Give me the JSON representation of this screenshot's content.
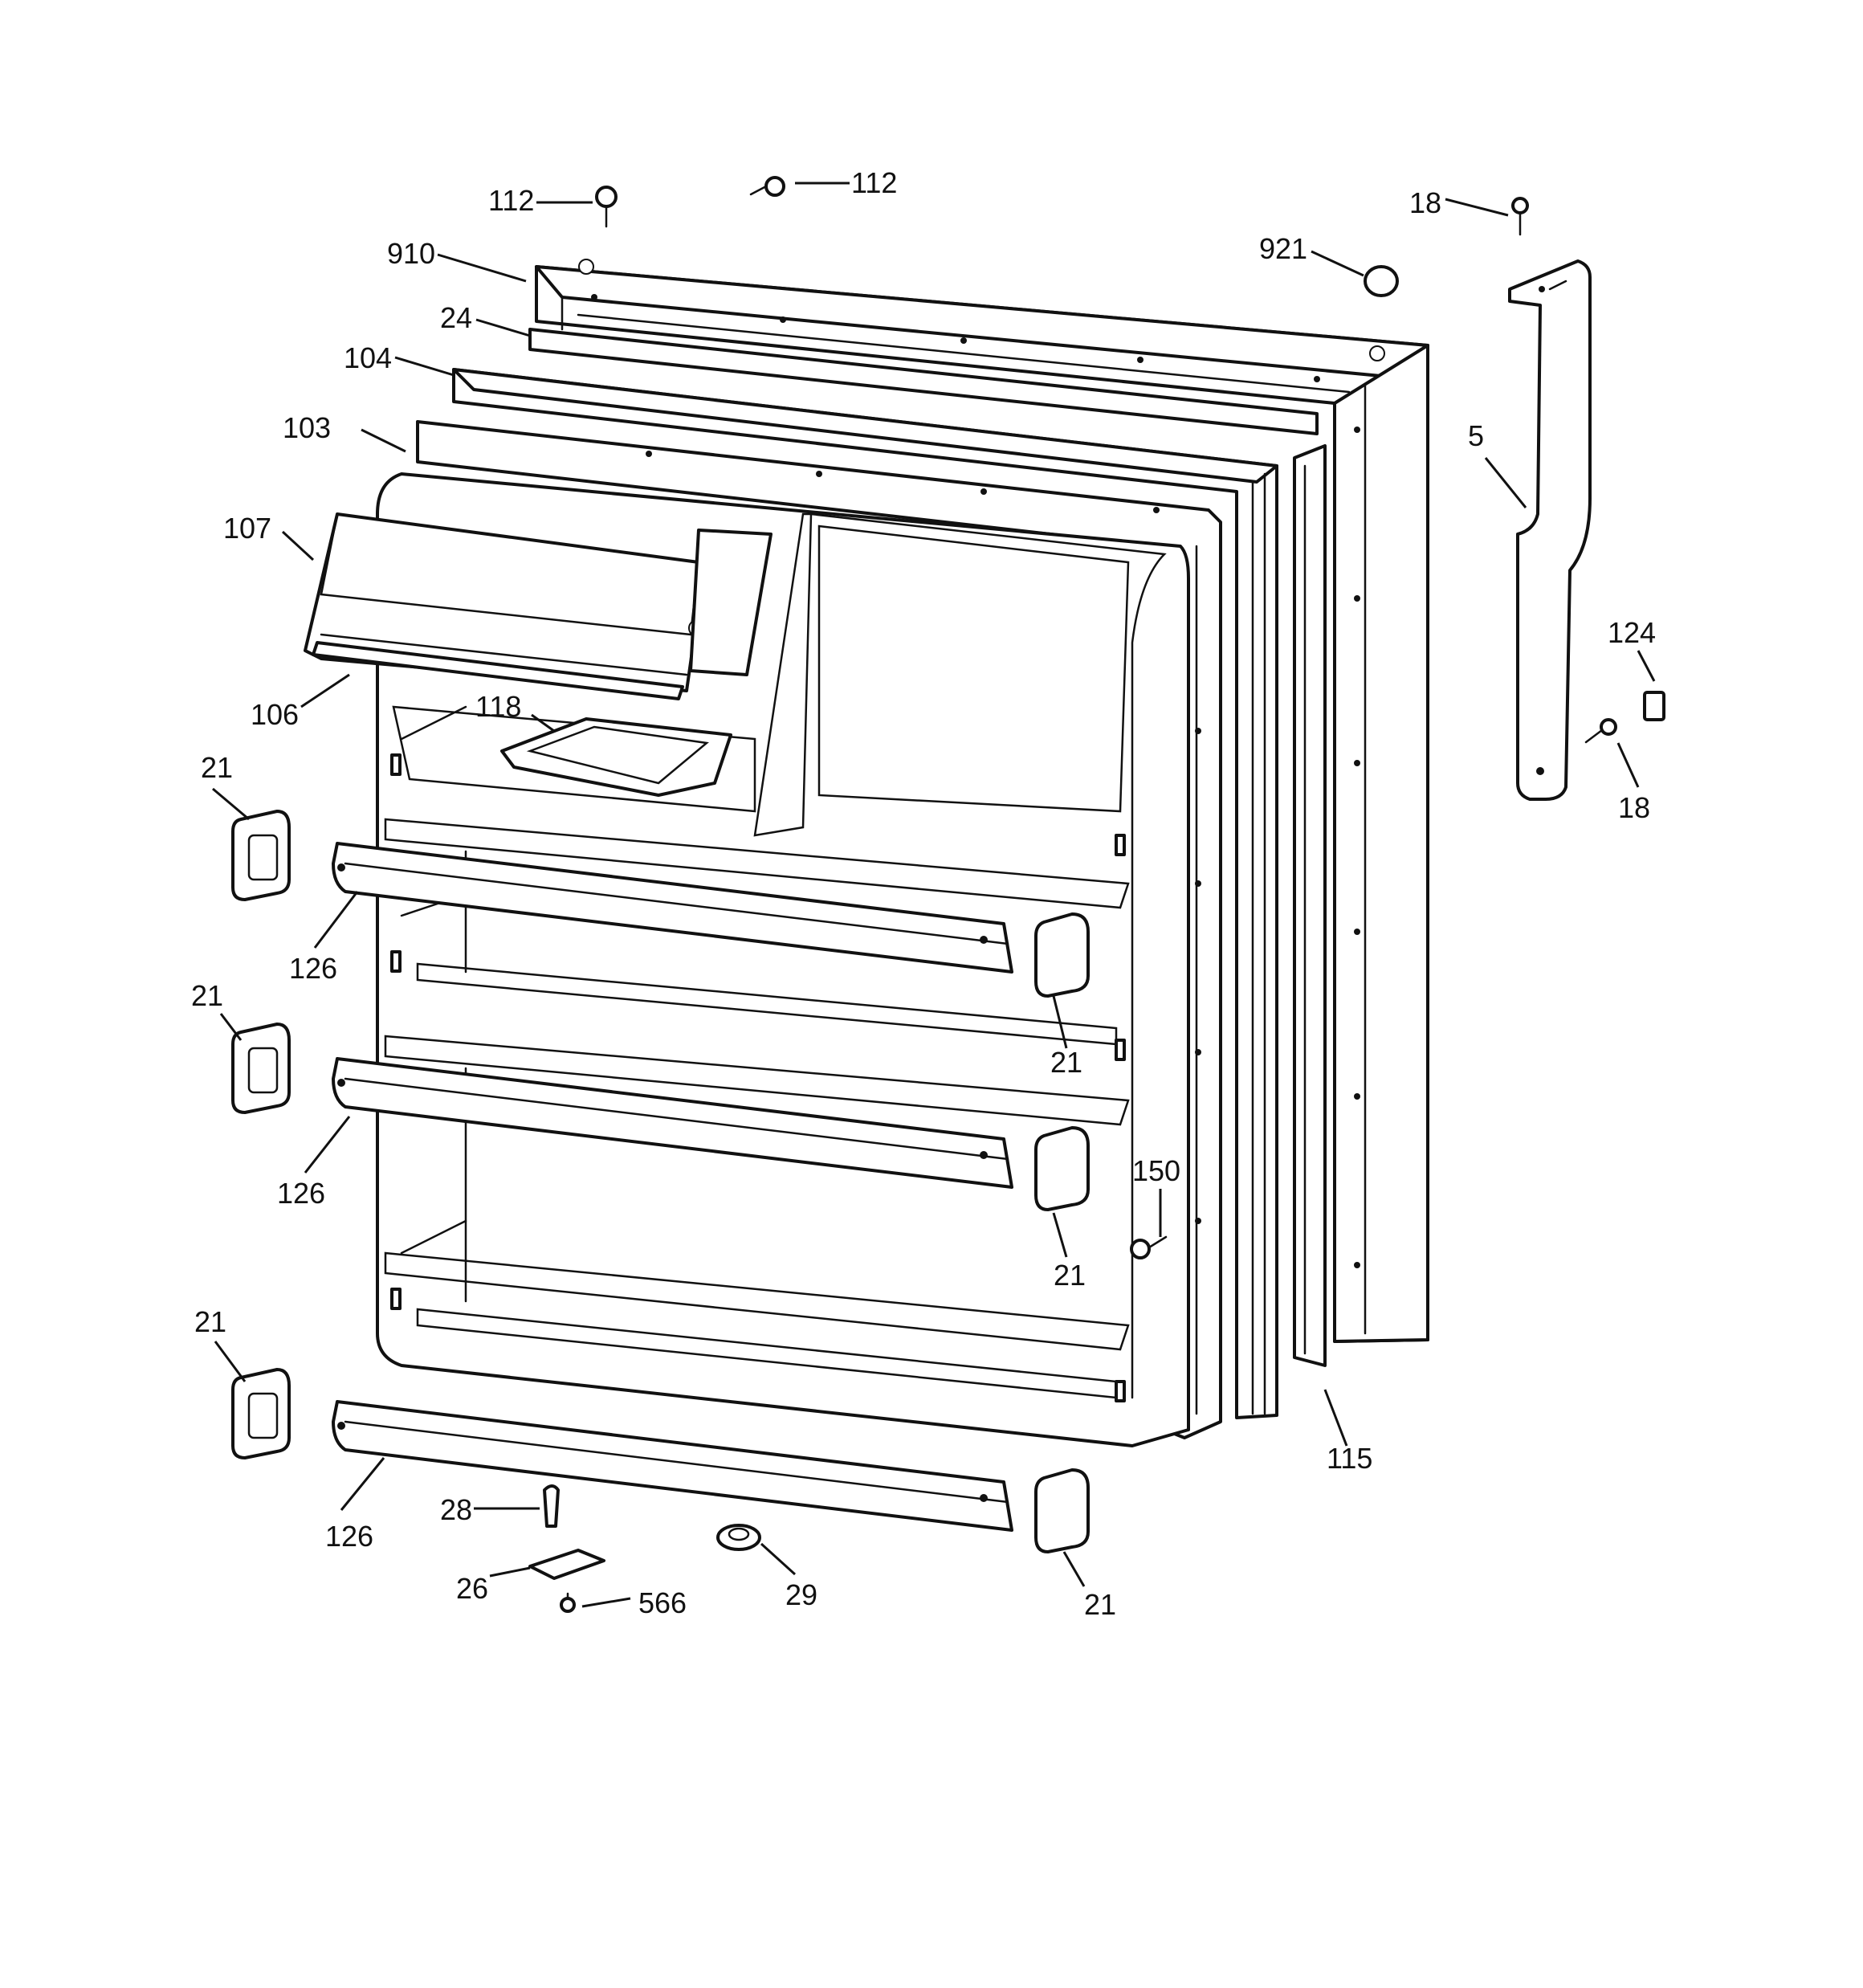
{
  "diagram": {
    "callouts": [
      {
        "id": "c-112a",
        "label": "112",
        "part": "screw"
      },
      {
        "id": "c-112b",
        "label": "112",
        "part": "screw"
      },
      {
        "id": "c-18a",
        "label": "18",
        "part": "screw"
      },
      {
        "id": "c-910",
        "label": "910",
        "part": "door-outer-panel"
      },
      {
        "id": "c-921",
        "label": "921",
        "part": "plug-button"
      },
      {
        "id": "c-24",
        "label": "24",
        "part": "door-cap-top"
      },
      {
        "id": "c-104",
        "label": "104",
        "part": "door-gasket"
      },
      {
        "id": "c-103",
        "label": "103",
        "part": "door-liner"
      },
      {
        "id": "c-5",
        "label": "5",
        "part": "handle"
      },
      {
        "id": "c-107",
        "label": "107",
        "part": "dairy-door"
      },
      {
        "id": "c-124",
        "label": "124",
        "part": "clip"
      },
      {
        "id": "c-18b",
        "label": "18",
        "part": "screw"
      },
      {
        "id": "c-106",
        "label": "106",
        "part": "dairy-compartment"
      },
      {
        "id": "c-118",
        "label": "118",
        "part": "egg-tray"
      },
      {
        "id": "c-21a",
        "label": "21",
        "part": "bar-end-cap"
      },
      {
        "id": "c-126a",
        "label": "126",
        "part": "shelf-bar"
      },
      {
        "id": "c-21b",
        "label": "21",
        "part": "bar-end-cap"
      },
      {
        "id": "c-21c",
        "label": "21",
        "part": "bar-end-cap"
      },
      {
        "id": "c-126b",
        "label": "126",
        "part": "shelf-bar"
      },
      {
        "id": "c-150",
        "label": "150",
        "part": "screw"
      },
      {
        "id": "c-21d",
        "label": "21",
        "part": "bar-end-cap"
      },
      {
        "id": "c-21e",
        "label": "21",
        "part": "bar-end-cap"
      },
      {
        "id": "c-115",
        "label": "115",
        "part": "door-trim"
      },
      {
        "id": "c-126c",
        "label": "126",
        "part": "shelf-bar"
      },
      {
        "id": "c-28",
        "label": "28",
        "part": "pin"
      },
      {
        "id": "c-26",
        "label": "26",
        "part": "hinge"
      },
      {
        "id": "c-566",
        "label": "566",
        "part": "screw"
      },
      {
        "id": "c-29",
        "label": "29",
        "part": "door-stop"
      },
      {
        "id": "c-21f",
        "label": "21",
        "part": "bar-end-cap"
      }
    ],
    "icons": [
      "screw-icon",
      "plug-icon",
      "clip-icon",
      "pin-icon",
      "hinge-icon",
      "door-stop-icon",
      "bar-end-cap-icon"
    ]
  }
}
